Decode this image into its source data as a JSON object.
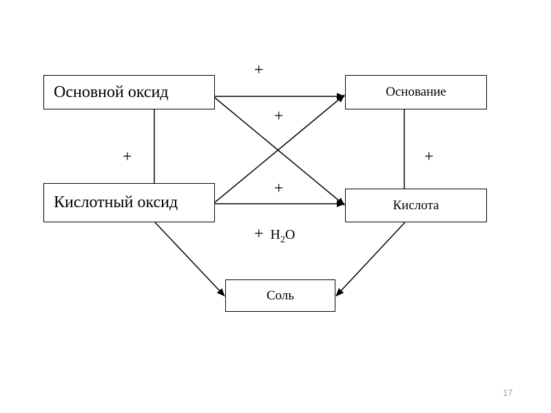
{
  "nodes": {
    "basic_oxide": "Основной оксид",
    "acid_oxide": "Кислотный оксид",
    "base": "Основание",
    "acid": "Кислота",
    "salt": "Соль"
  },
  "labels": {
    "plus_top": "+",
    "plus_cross": "+",
    "plus_left": "+",
    "plus_right": "+",
    "plus_middle": "+",
    "plus_water": "+",
    "water_h": "H",
    "water_sub": "2",
    "water_o": "O"
  },
  "page_number": "17"
}
